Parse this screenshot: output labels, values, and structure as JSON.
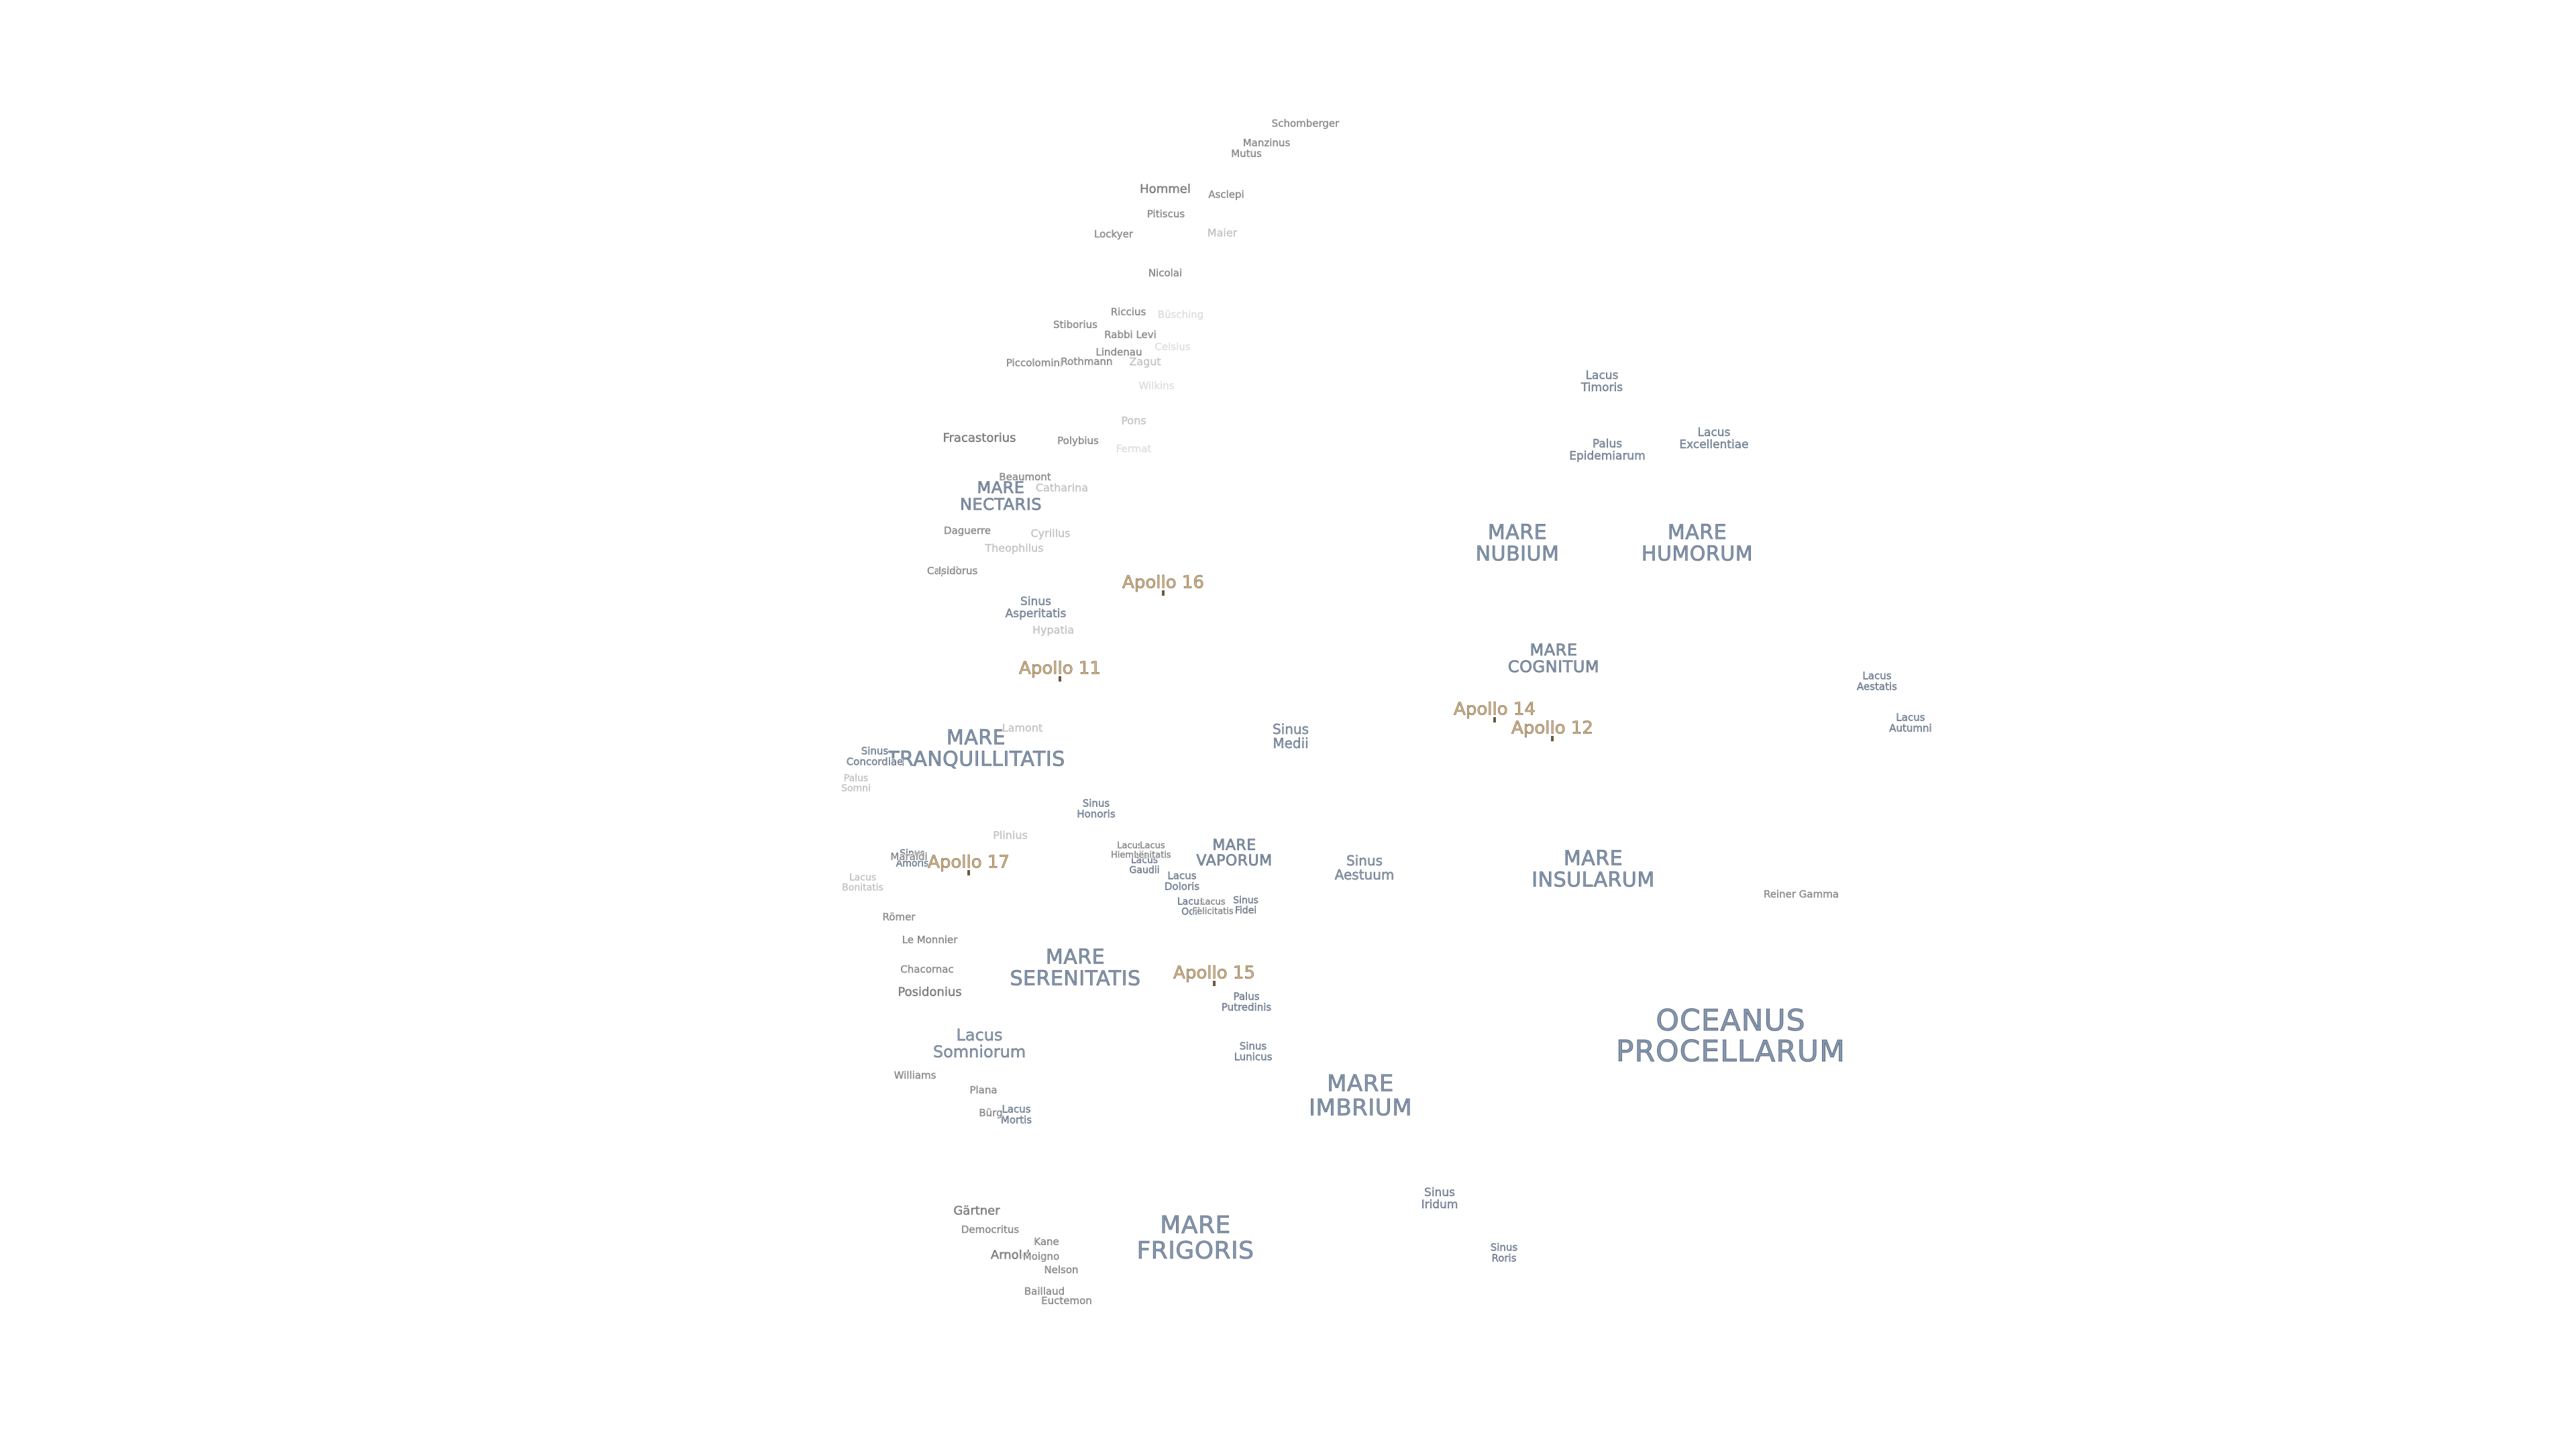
{
  "map": {
    "seas": [
      {
        "name": "MARE\nNECTARIS"
      },
      {
        "name": "MARE\nNUBIUM"
      },
      {
        "name": "MARE\nHUMORUM"
      },
      {
        "name": "MARE\nCOGNITUM"
      },
      {
        "name": "MARE\nTRANQUILLITATIS"
      },
      {
        "name": "MARE\nVAPORUM"
      },
      {
        "name": "MARE\nINSULARUM"
      },
      {
        "name": "MARE\nSERENITATIS"
      },
      {
        "name": "MARE\nIMBRIUM"
      },
      {
        "name": "MARE\nFRIGORIS"
      },
      {
        "name": "OCEANUS\nPROCELLARUM"
      }
    ],
    "lakes_bays": [
      {
        "name": "Lacus\nTimoris"
      },
      {
        "name": "Palus\nEpidemiarum"
      },
      {
        "name": "Lacus\nExcellentiae"
      },
      {
        "name": "Sinus\nAsperitatis"
      },
      {
        "name": "Lacus\nAestatis"
      },
      {
        "name": "Lacus\nAutumni"
      },
      {
        "name": "Sinus\nMedii"
      },
      {
        "name": "Sinus\nHonoris"
      },
      {
        "name": "Sinus\nAestuum"
      },
      {
        "name": "Lacus\nDoloris"
      },
      {
        "name": "Lacus\nOdii"
      },
      {
        "name": "Sinus\nFidei"
      },
      {
        "name": "Palus\nPutredinis"
      },
      {
        "name": "Sinus\nLunicus"
      },
      {
        "name": "Lacus\nSomniorum"
      },
      {
        "name": "Lacus\nMortis"
      },
      {
        "name": "Sinus\nIridum"
      },
      {
        "name": "Sinus\nRoris"
      },
      {
        "name": "Sinus\nConcordiae"
      },
      {
        "name": "Sinus\nAmoris"
      },
      {
        "name": "Lacus\nGaudii"
      }
    ],
    "craters": [
      {
        "name": "Schomberger",
        "style": "crater-sm"
      },
      {
        "name": "Manzinus",
        "style": "crater-sm"
      },
      {
        "name": "Mutus",
        "style": "crater-sm"
      },
      {
        "name": "Hommel",
        "style": "crater"
      },
      {
        "name": "Asclepi",
        "style": "crater-sm"
      },
      {
        "name": "Pitiscus",
        "style": "crater-sm"
      },
      {
        "name": "Lockyer",
        "style": "crater-sm"
      },
      {
        "name": "Maier",
        "style": "crater-faint"
      },
      {
        "name": "Nicolai",
        "style": "crater-sm"
      },
      {
        "name": "Riccius",
        "style": "crater-sm"
      },
      {
        "name": "Büsching",
        "style": "crater-vfaint"
      },
      {
        "name": "Stiborius",
        "style": "crater-sm"
      },
      {
        "name": "Rabbi Levi",
        "style": "crater-sm"
      },
      {
        "name": "Lindenau",
        "style": "crater-sm"
      },
      {
        "name": "Celsius",
        "style": "crater-vfaint"
      },
      {
        "name": "Piccolomini",
        "style": "crater-sm"
      },
      {
        "name": "Rothmann",
        "style": "crater-sm"
      },
      {
        "name": "Zagut",
        "style": "crater-faint"
      },
      {
        "name": "Wilkins",
        "style": "crater-vfaint"
      },
      {
        "name": "Fracastorius",
        "style": "crater"
      },
      {
        "name": "Pons",
        "style": "crater-faint"
      },
      {
        "name": "Polybius",
        "style": "crater-sm"
      },
      {
        "name": "Fermat",
        "style": "crater-vfaint"
      },
      {
        "name": "Beaumont",
        "style": "crater-sm"
      },
      {
        "name": "Catharina",
        "style": "crater-faint"
      },
      {
        "name": "Daguerre",
        "style": "crater-sm"
      },
      {
        "name": "Cyrillus",
        "style": "crater-faint"
      },
      {
        "name": "Theophilus",
        "style": "crater-faint"
      },
      {
        "name": "Capella",
        "style": "crater-sm"
      },
      {
        "name": "Isidorus",
        "style": "crater-sm"
      },
      {
        "name": "Hypatia",
        "style": "crater-faint"
      },
      {
        "name": "Lamont",
        "style": "crater-faint"
      },
      {
        "name": "Palus\nSomni",
        "style": "crater-faint"
      },
      {
        "name": "Plinius",
        "style": "crater-faint"
      },
      {
        "name": "Maraldi",
        "style": "crater-sm"
      },
      {
        "name": "Lacus\nBonitatis",
        "style": "crater-faint"
      },
      {
        "name": "Römer",
        "style": "crater-sm"
      },
      {
        "name": "Le Monnier",
        "style": "crater-sm"
      },
      {
        "name": "Chacornac",
        "style": "crater-sm"
      },
      {
        "name": "Posidonius",
        "style": "crater"
      },
      {
        "name": "Williams",
        "style": "crater-sm"
      },
      {
        "name": "Plana",
        "style": "crater-sm"
      },
      {
        "name": "Bürg",
        "style": "crater-sm"
      },
      {
        "name": "Reiner Gamma",
        "style": "crater-sm"
      },
      {
        "name": "Gärtner",
        "style": "crater"
      },
      {
        "name": "Democritus",
        "style": "crater-sm"
      },
      {
        "name": "Kane",
        "style": "crater-sm"
      },
      {
        "name": "Arnold",
        "style": "crater"
      },
      {
        "name": "Moigno",
        "style": "crater-sm"
      },
      {
        "name": "Nelson",
        "style": "crater-sm"
      },
      {
        "name": "Baillaud",
        "style": "crater-sm"
      },
      {
        "name": "Euctemon",
        "style": "crater-sm"
      },
      {
        "name": "Lacus\nHiemalis",
        "style": "crater-sm"
      },
      {
        "name": "Lacus\nLenitatis",
        "style": "crater-sm"
      },
      {
        "name": "Lacus\nFelicitatis",
        "style": "crater-sm"
      }
    ],
    "apollo_sites": [
      {
        "name": "Apollo 16"
      },
      {
        "name": "Apollo 11"
      },
      {
        "name": "Apollo 14"
      },
      {
        "name": "Apollo 12"
      },
      {
        "name": "Apollo 17"
      },
      {
        "name": "Apollo 15"
      }
    ]
  }
}
